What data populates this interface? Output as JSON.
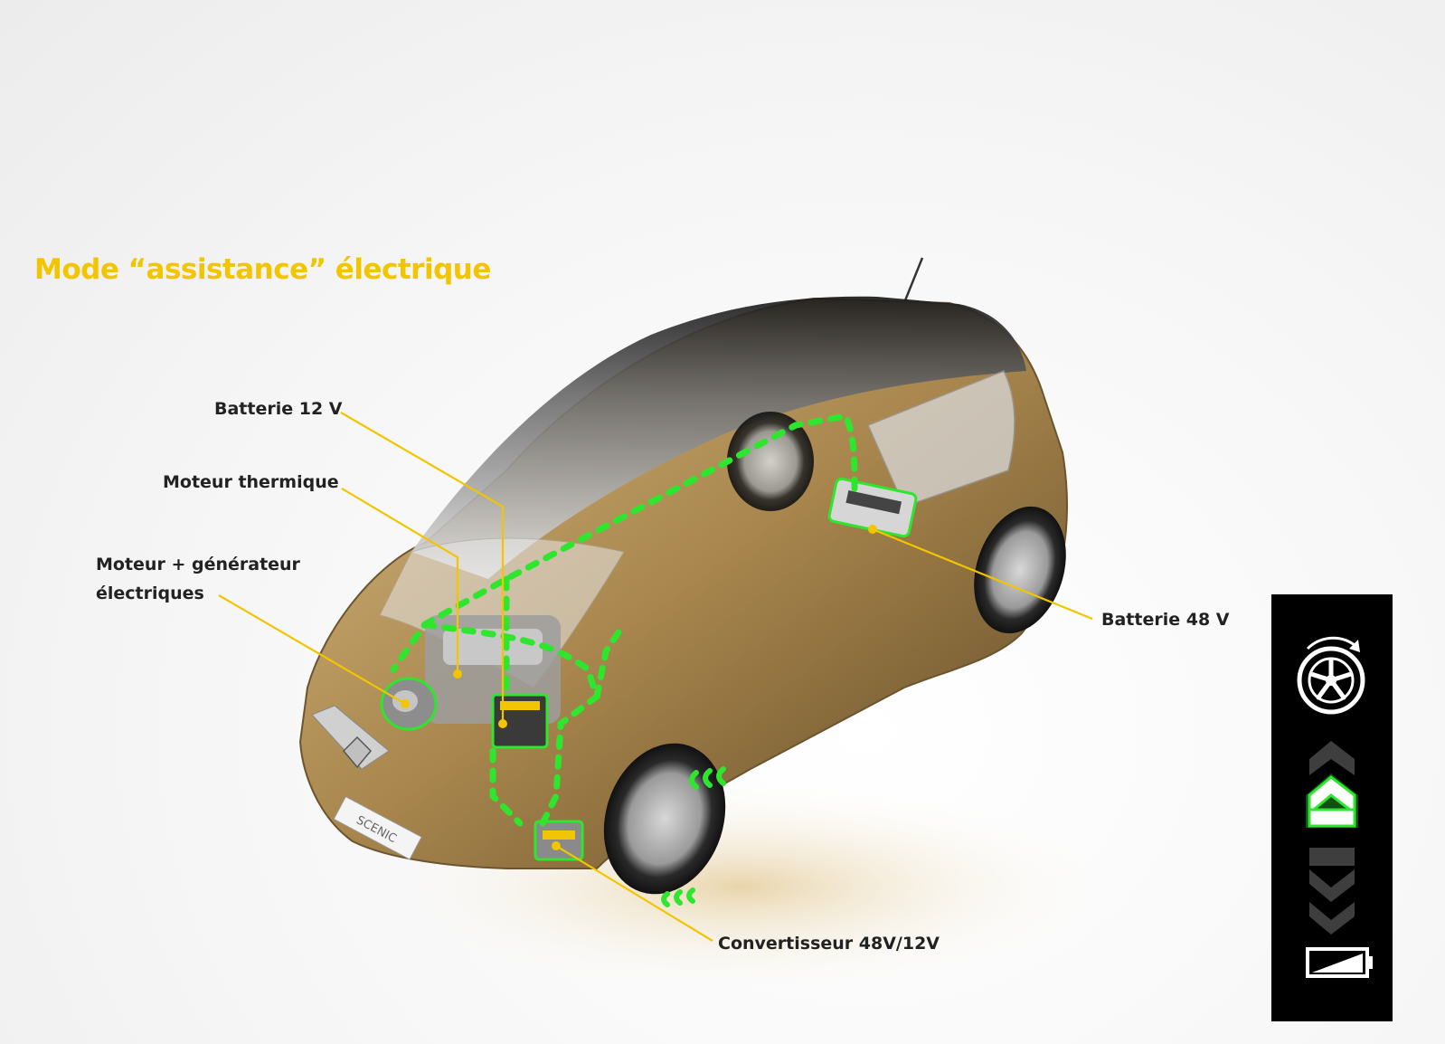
{
  "title": "Mode “assistance” électrique",
  "labels": {
    "battery_12v": "Batterie 12 V",
    "engine_thermal": "Moteur thermique",
    "motor_generator_line1": "Moteur + générateur",
    "motor_generator_line2": "électriques",
    "battery_48v": "Batterie 48 V",
    "converter": "Convertisseur 48V/12V"
  },
  "car_badge": "SCENIC",
  "colors": {
    "title": "#f2c500",
    "leader_line": "#f2c500",
    "energy_flow": "#2ee62e",
    "car_body": "#b08e55",
    "panel_bg": "#000000"
  },
  "legend_panel": {
    "icons": [
      "wheel-rotation-icon",
      "chevron-up-active-icon",
      "chevron-down-inactive-icon",
      "battery-low-icon"
    ],
    "active_state": "assistance",
    "battery_level": 0.15
  }
}
